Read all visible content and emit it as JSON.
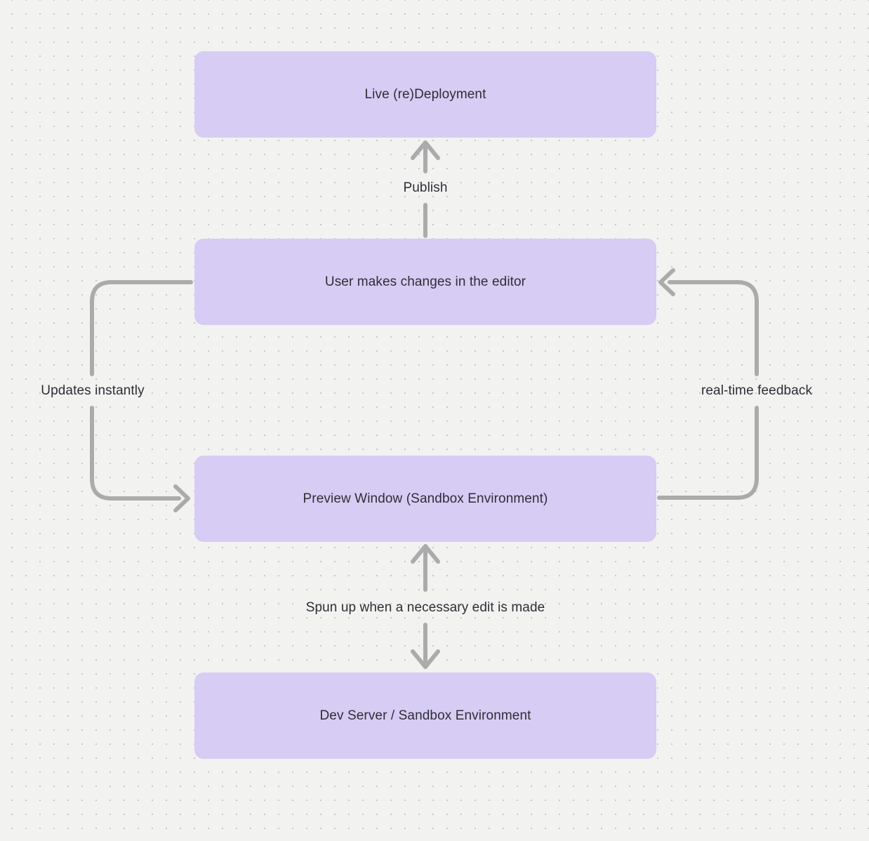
{
  "colors": {
    "background": "#f2f2f1",
    "dot": "#c7c7c5",
    "node-fill": "#d7ccf4",
    "node-text": "#2e2e35",
    "connector": "#ababab",
    "label-text": "#2e2e35"
  },
  "diagram": {
    "nodes": [
      {
        "id": "live-redeployment",
        "label": "Live (re)Deployment"
      },
      {
        "id": "user-edits",
        "label": "User makes changes in the editor"
      },
      {
        "id": "preview-window",
        "label": "Preview Window (Sandbox Environment)"
      },
      {
        "id": "dev-server",
        "label": "Dev Server / Sandbox Environment"
      }
    ],
    "edges": [
      {
        "id": "publish",
        "label": "Publish",
        "from": "user-edits",
        "to": "live-redeployment",
        "direction": "up"
      },
      {
        "id": "updates-instantly",
        "label": "Updates instantly",
        "from": "user-edits",
        "to": "preview-window",
        "direction": "left-loop"
      },
      {
        "id": "real-time-feedback",
        "label": "real-time feedback",
        "from": "preview-window",
        "to": "user-edits",
        "direction": "right-loop"
      },
      {
        "id": "spun-up",
        "label": "Spun up when a necessary edit is made",
        "from": "dev-server",
        "to": "preview-window",
        "direction": "bidirectional"
      }
    ]
  }
}
